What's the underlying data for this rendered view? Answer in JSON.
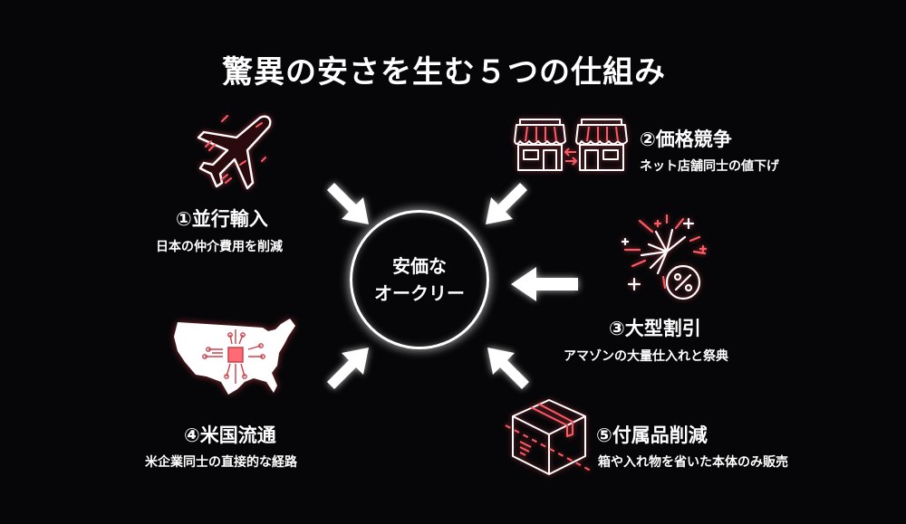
{
  "title": "驚異の安さを生む５つの仕組み",
  "center": {
    "line1": "安価な",
    "line2": "オークリー"
  },
  "mechanisms": [
    {
      "number": "①",
      "heading": "並行輸入",
      "description": "日本の仲介費用を削減",
      "icon": "airplane-icon"
    },
    {
      "number": "②",
      "heading": "価格競争",
      "description": "ネット店舗同士の値下げ",
      "icon": "two-stores-exchange-icon"
    },
    {
      "number": "③",
      "heading": "大型割引",
      "description": "アマゾンの大量仕入れと祭典",
      "icon": "fireworks-discount-badge-icon"
    },
    {
      "number": "④",
      "heading": "米国流通",
      "description": "米企業同士の直接的な経路",
      "icon": "usa-map-circuit-icon"
    },
    {
      "number": "⑤",
      "heading": "付属品削減",
      "description": "箱や入れ物を省いた本体のみ販売",
      "icon": "cardboard-box-icon"
    }
  ],
  "colors": {
    "background": "#060608",
    "text": "#ffffff",
    "accent_neon": "#ff5a64"
  }
}
